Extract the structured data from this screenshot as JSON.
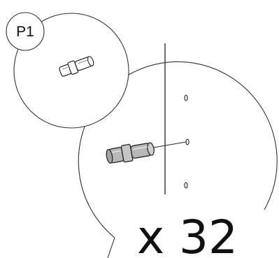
{
  "part": {
    "label": "P1",
    "name": "shelf-support-pin"
  },
  "quantity": {
    "text": "x 32"
  },
  "colors": {
    "stroke": "#222222",
    "pin_fill_light": "#ffffff",
    "pin_fill_shaded": "#b8b8b8",
    "background": "#ffffff"
  }
}
